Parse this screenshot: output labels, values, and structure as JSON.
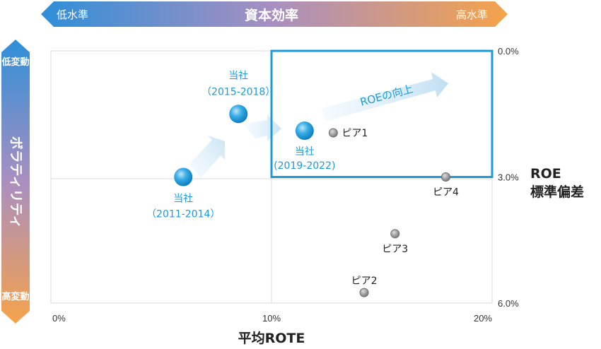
{
  "header": {
    "title": "資本効率",
    "left_label": "低水準",
    "right_label": "高水準"
  },
  "side": {
    "title": "ボラティリティ",
    "top_label": "低変動",
    "bottom_label": "高変動"
  },
  "colors": {
    "accent": "#1a9bd7",
    "gradient_start": "#2e8fd8",
    "gradient_mid": "#a98fc0",
    "gradient_end": "#f5a24a",
    "peer": "#8c8c8c"
  },
  "chart_data": {
    "type": "scatter",
    "xlabel": "平均ROTE",
    "ylabel": [
      "ROE",
      "標準偏差"
    ],
    "xlim": [
      0,
      20
    ],
    "ylim": [
      6,
      0
    ],
    "x_ticks": [
      "0%",
      "10%",
      "20%"
    ],
    "y_ticks": [
      "0.0%",
      "3.0%",
      "6.0%"
    ],
    "highlight_box": {
      "x": [
        10,
        20
      ],
      "y": [
        0,
        3
      ]
    },
    "arrow_label": "ROEの向上",
    "company_points": [
      {
        "id": "2011-2014",
        "x": 6.0,
        "y": 3.0,
        "name": "当社",
        "period": "（2011-2014）"
      },
      {
        "id": "2015-2018",
        "x": 8.5,
        "y": 1.5,
        "name": "当社",
        "period": "（2015-2018）"
      },
      {
        "id": "2019-2022",
        "x": 11.5,
        "y": 1.9,
        "name": "当社",
        "period": "(2019-2022)"
      }
    ],
    "peer_points": [
      {
        "x": 12.8,
        "y": 1.95,
        "name": "ピア1"
      },
      {
        "x": 14.2,
        "y": 5.75,
        "name": "ピア2"
      },
      {
        "x": 15.6,
        "y": 4.35,
        "name": "ピア3"
      },
      {
        "x": 17.9,
        "y": 3.0,
        "name": "ピア4"
      }
    ]
  }
}
